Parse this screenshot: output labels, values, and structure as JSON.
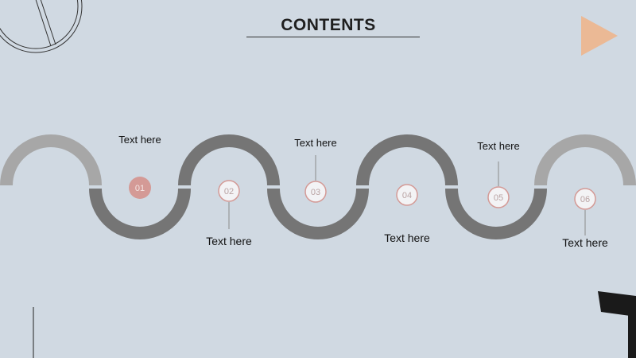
{
  "title": "CONTENTS",
  "steps": [
    {
      "number": "01",
      "label": "Text here",
      "active": true
    },
    {
      "number": "02",
      "label": "Text here",
      "active": false
    },
    {
      "number": "03",
      "label": "Text here",
      "active": false
    },
    {
      "number": "04",
      "label": "Text here",
      "active": false
    },
    {
      "number": "05",
      "label": "Text here",
      "active": false
    },
    {
      "number": "06",
      "label": "Text here",
      "active": false
    }
  ],
  "colors": {
    "background": "#d0d9e2",
    "arc_light": "#a7a7a7",
    "arc_dark": "#757575",
    "accent": "#d49a96",
    "triangle": "#ebb995",
    "dark_shape": "#1a1a1a"
  }
}
